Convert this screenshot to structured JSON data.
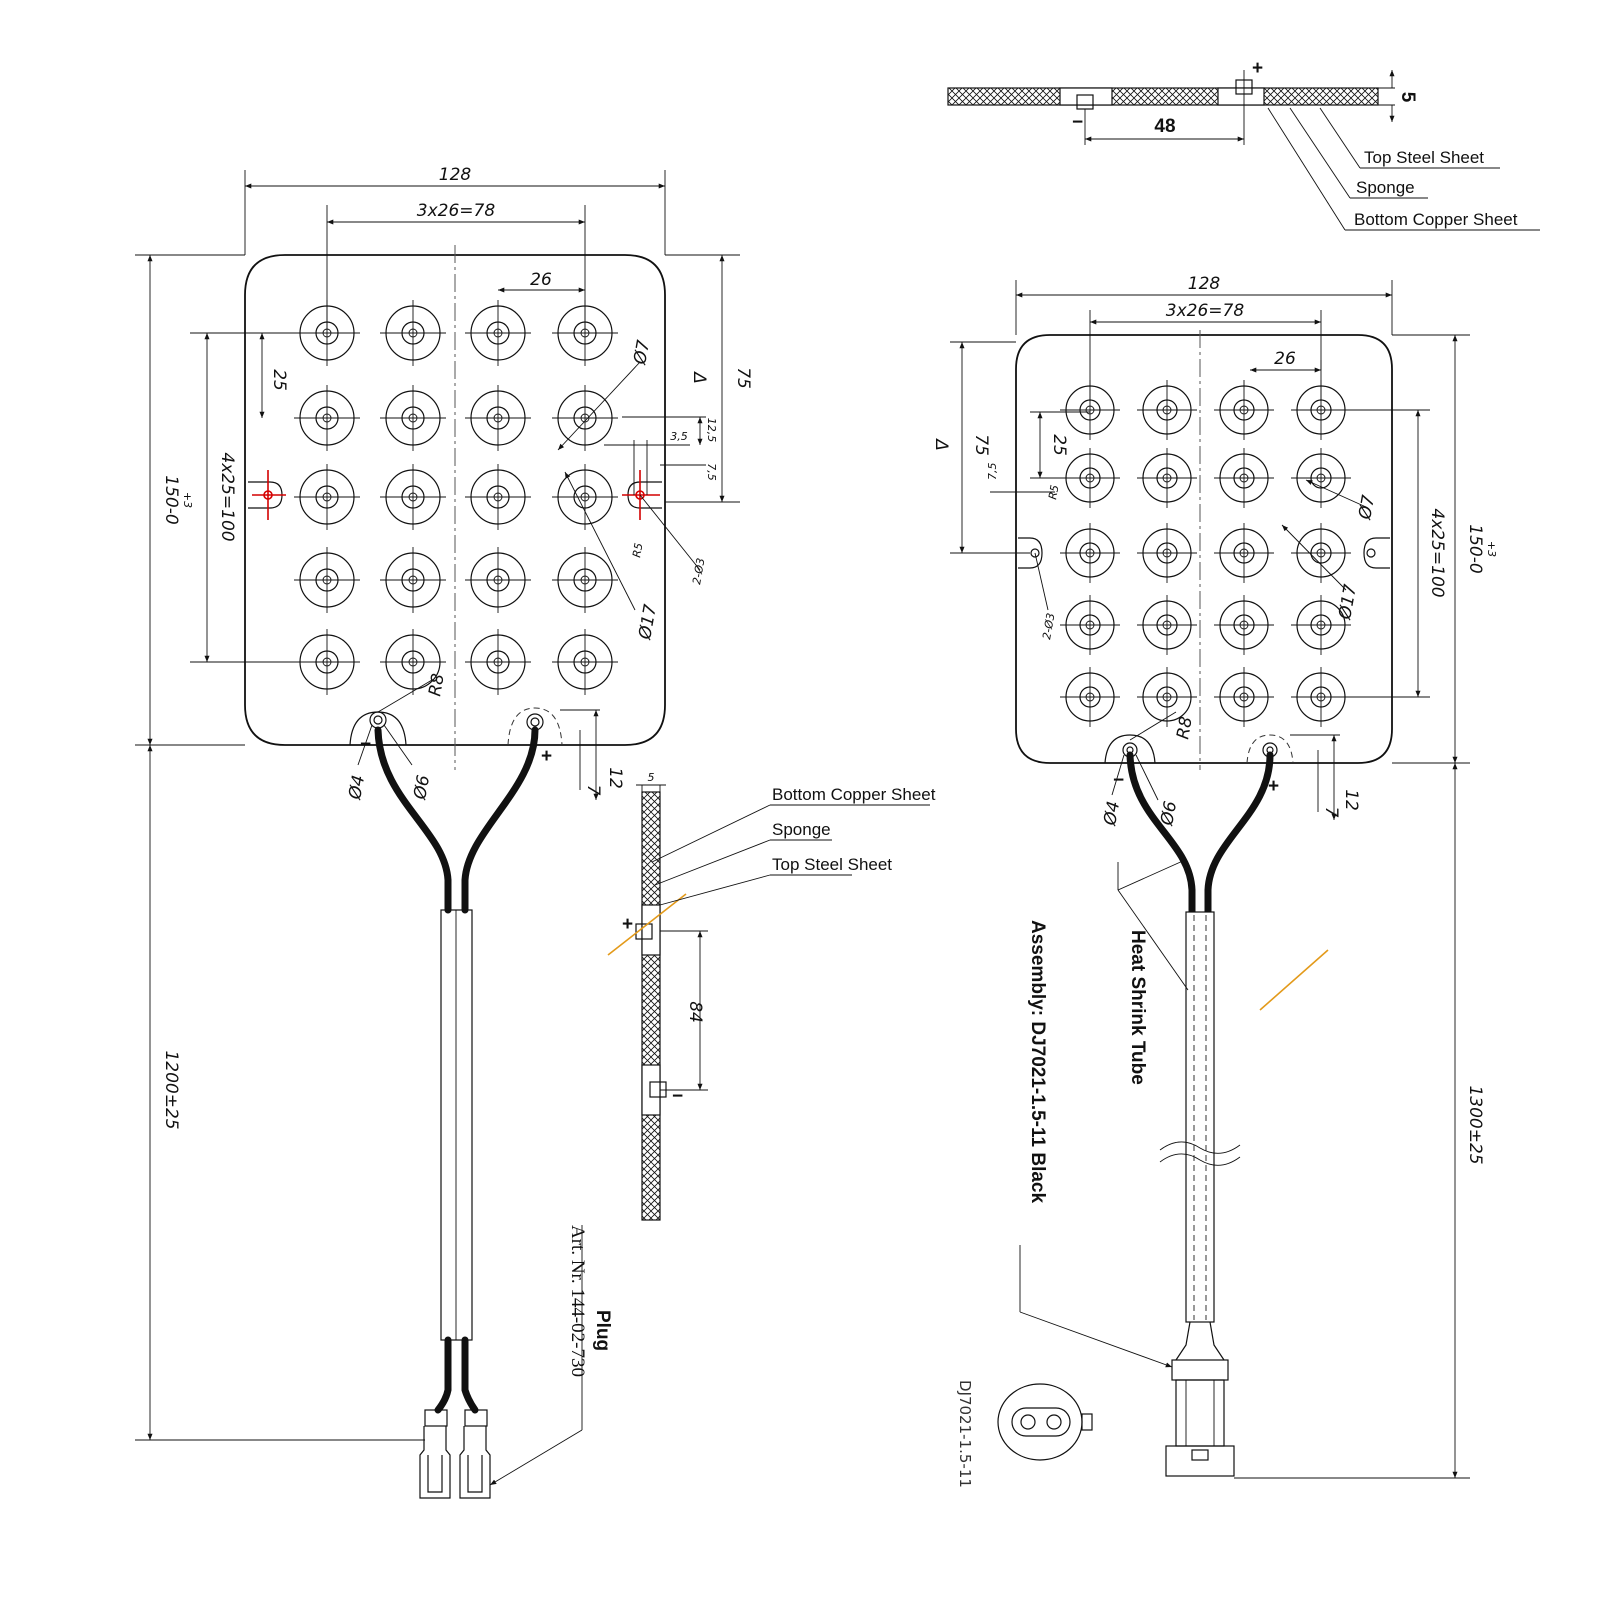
{
  "drawing": {
    "left_view": {
      "dims": {
        "width": "128",
        "pitch_h": "3x26=78",
        "pitch_26": "26",
        "d7": "Ø7",
        "tri": "Δ",
        "d75": "75",
        "d25": "25",
        "d125": "12,5",
        "d35": "3,5",
        "d75s": "7,5",
        "pitch_v": "4x25=100",
        "height": "150-0",
        "height_tol": "+3",
        "r5": "R5",
        "holes": "2-Ø3",
        "d17": "Ø17",
        "r8": "R8",
        "d4": "Ø4",
        "d6": "Ø6",
        "d12": "12",
        "d7b": "7",
        "cable_len": "1200±25",
        "side_5": "5",
        "side_84": "84"
      },
      "polarity": {
        "minus": "−",
        "plus": "+"
      },
      "labels": {
        "bottom_copper": "Bottom Copper Sheet",
        "sponge": "Sponge",
        "top_steel": "Top Steel Sheet"
      },
      "plug": {
        "title": "Plug",
        "art": "Art. Nr. 144-02-730"
      }
    },
    "right_view": {
      "section": {
        "thickness": "5",
        "spacing": "48",
        "labels": {
          "top_steel": "Top Steel Sheet",
          "sponge": "Sponge",
          "bottom_copper": "Bottom Copper Sheet"
        }
      },
      "dims": {
        "width": "128",
        "pitch_h": "3x26=78",
        "pitch_26": "26",
        "tri": "Δ",
        "d75": "75",
        "d25": "25",
        "d75s": "7,5",
        "r5": "R5",
        "holes": "2-Ø3",
        "d7": "Ø7",
        "d17": "Ø17",
        "pitch_v": "4x25=100",
        "height": "150-0",
        "height_tol": "+3",
        "r8": "R8",
        "d4": "Ø4",
        "d6": "Ø6",
        "d12": "12",
        "d7b": "7",
        "cable_len": "1300±25"
      },
      "polarity": {
        "minus": "−",
        "plus": "+"
      },
      "heat_shrink": "Heat Shrink Tube",
      "assembly": "Assembly: DJ7021-1.5-11 Black",
      "connector": "DJ7021-1.5-11"
    }
  }
}
